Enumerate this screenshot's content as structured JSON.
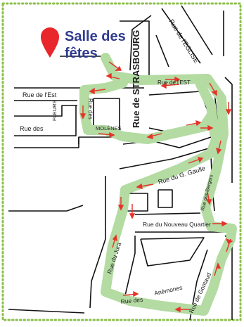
{
  "title": {
    "line1": "Salle des",
    "line2": "fêtes"
  },
  "colors": {
    "frame_dots": "#8bbf4a",
    "route": "#b3dba2",
    "arrows": "#e6332a",
    "pin": "#e8262b",
    "title": "#2f3a8f",
    "streets": "#111111"
  },
  "icons": {
    "pin": "map-pin-icon"
  },
  "streets": {
    "strasbourg": "Rue de STRASBOURG",
    "eglise": "Rue de l'EGLISE",
    "est_upper": "Rue de l'EST",
    "est_left": "Rue de l'Est",
    "des_fleurs_a": "Rue des",
    "des_fleurs_b": "FLEURS",
    "des_molenes_a": "Rue des",
    "des_molenes_b": "MOLÈNES",
    "gaulle": "Rue du G. Gaulle",
    "bergers": "Rue des Bergers",
    "nouveau_quartier": "Rue du Nouveau Quartier",
    "jura": "Rue du Jura",
    "anemones_a": "Rue des",
    "anemones_b": "Anémones",
    "gontaud": "Rue de Gontaud"
  }
}
